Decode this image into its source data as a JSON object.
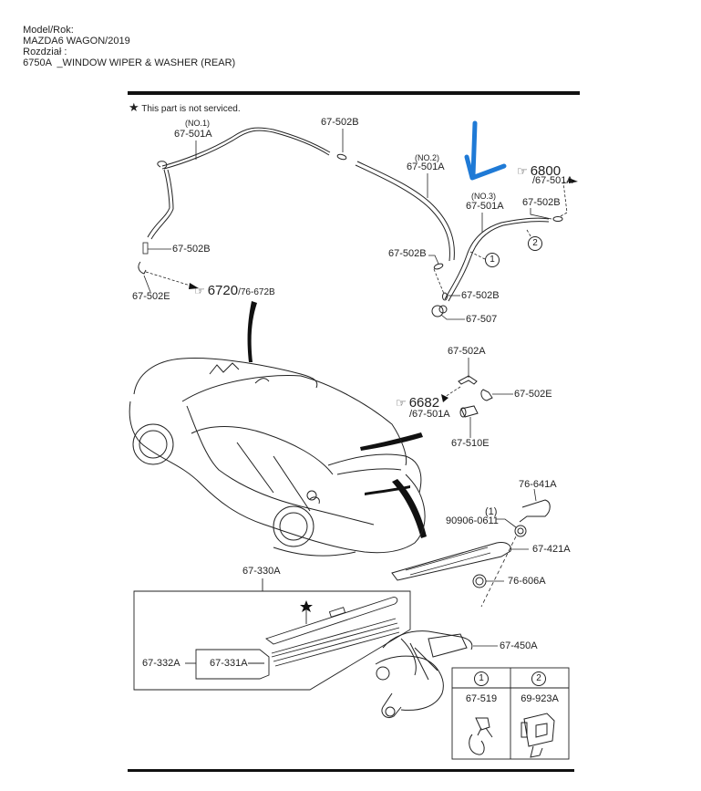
{
  "header": {
    "model_label": "Model/Rok:",
    "model_value": "MAZDA6 WAGON/2019",
    "section_label": "Rozdział :",
    "section_value": "6750A  _WINDOW WIPER & WASHER (REAR)"
  },
  "legend": {
    "star_symbol": "★",
    "note": "This part is not serviced."
  },
  "parts": {
    "hose_no1_tag": "(NO.1)",
    "hose_no1": "67-501A",
    "hose_no2_tag": "(NO.2)",
    "hose_no2": "67-501A",
    "hose_no3_tag": "(NO.3)",
    "hose_no3": "67-501A",
    "joint_top": "67-502B",
    "joint_left": "67-502B",
    "joint_elbow_left": "67-502E",
    "joint_mid": "67-502B",
    "joint_lower": "67-502B",
    "joint_right": "67-502B",
    "check_valve": "67-507",
    "joint_a": "67-502A",
    "joint_e_right": "67-502E",
    "nozzle": "67-510E",
    "cap": "76-641A",
    "nut_qty": "(1)",
    "nut": "90906-0611",
    "arm": "67-421A",
    "bushing": "76-606A",
    "blade_assy": "67-330A",
    "blade_refill_outer": "67-332A",
    "blade_refill": "67-331A",
    "motor": "67-450A"
  },
  "references": {
    "ref1_section": "6800",
    "ref1_part": "/67-501A",
    "ref2_section": "6720",
    "ref2_part": "/76-672B",
    "ref3_section": "6682",
    "ref3_part": "/67-501A"
  },
  "callouts": {
    "c1": "1",
    "c2": "2"
  },
  "table": {
    "columns": [
      {
        "index": "1",
        "part": "67-519"
      },
      {
        "index": "2",
        "part": "69-923A"
      }
    ]
  },
  "annotation_color": "#1f7ad6"
}
